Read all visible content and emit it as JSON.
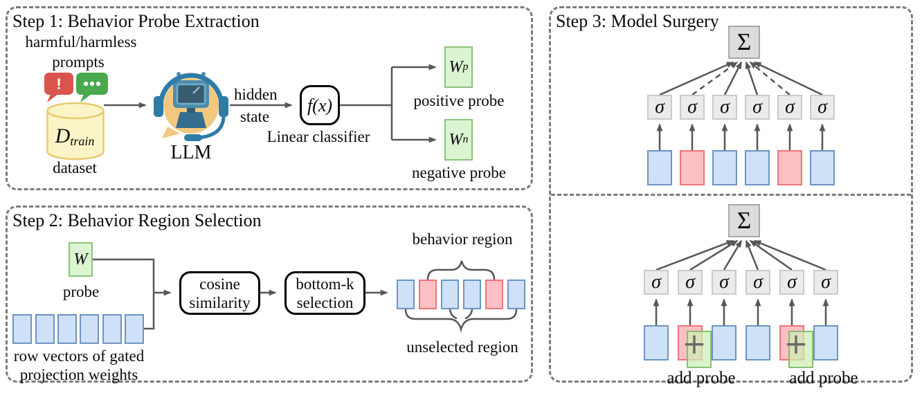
{
  "step1": {
    "title": "Step 1: Behavior Probe Extraction",
    "caption_line1": "harmful/harmless",
    "caption_line2": "prompts",
    "exclaim_glyph": "!",
    "dataset_symbol": "D",
    "dataset_symbol_sub": "train",
    "dataset_caption": "dataset",
    "llm_caption": "LLM",
    "arrow_label_line1": "hidden",
    "arrow_label_line2": "state",
    "classifier_symbol": "f(x)",
    "classifier_caption": "Linear classifier",
    "positive_probe": {
      "symbol": "W",
      "sub": "p",
      "caption": "positive probe"
    },
    "negative_probe": {
      "symbol": "W",
      "sub": "n",
      "caption": "negative probe"
    }
  },
  "step2": {
    "title": "Step 2: Behavior Region Selection",
    "probe_symbol": "W",
    "probe_caption": "probe",
    "vectors_caption_line1": "row vectors of gated",
    "vectors_caption_line2": "projection weights",
    "cosine_line1": "cosine",
    "cosine_line2": "similarity",
    "bottomk_line1": "bottom-k",
    "bottomk_line2": "selection",
    "behavior_caption": "behavior region",
    "unselected_caption": "unselected region",
    "result_cells": [
      "blue",
      "red",
      "blue",
      "blue",
      "red",
      "blue"
    ]
  },
  "step3": {
    "title": "Step 3: Model Surgery",
    "sum_symbol": "Σ",
    "activation_symbol": "σ",
    "plus_symbol": "+",
    "add_probe_caption": "add probe",
    "top_cells": [
      "blue",
      "red",
      "blue",
      "blue",
      "red",
      "blue"
    ],
    "bottom_cells": [
      "blue",
      "red",
      "blue",
      "blue",
      "red",
      "blue"
    ]
  },
  "colors": {
    "blue_fill": "#CFE1F6",
    "blue_border": "#6E93C4",
    "red_fill": "#FCC0C4",
    "red_border": "#EE747A",
    "green_fill": "#DBF4D1",
    "green_border": "#8CC27C",
    "sigma_fill": "#EBEBEB",
    "sum_fill": "#DCDCDC",
    "cylinder_fill": "#FBF4C6",
    "cylinder_border": "#E8C96D",
    "bubble_red": "#D9544D",
    "bubble_green": "#49A94D",
    "arrow": "#565656",
    "panel_dash": "#7b7b7b"
  }
}
